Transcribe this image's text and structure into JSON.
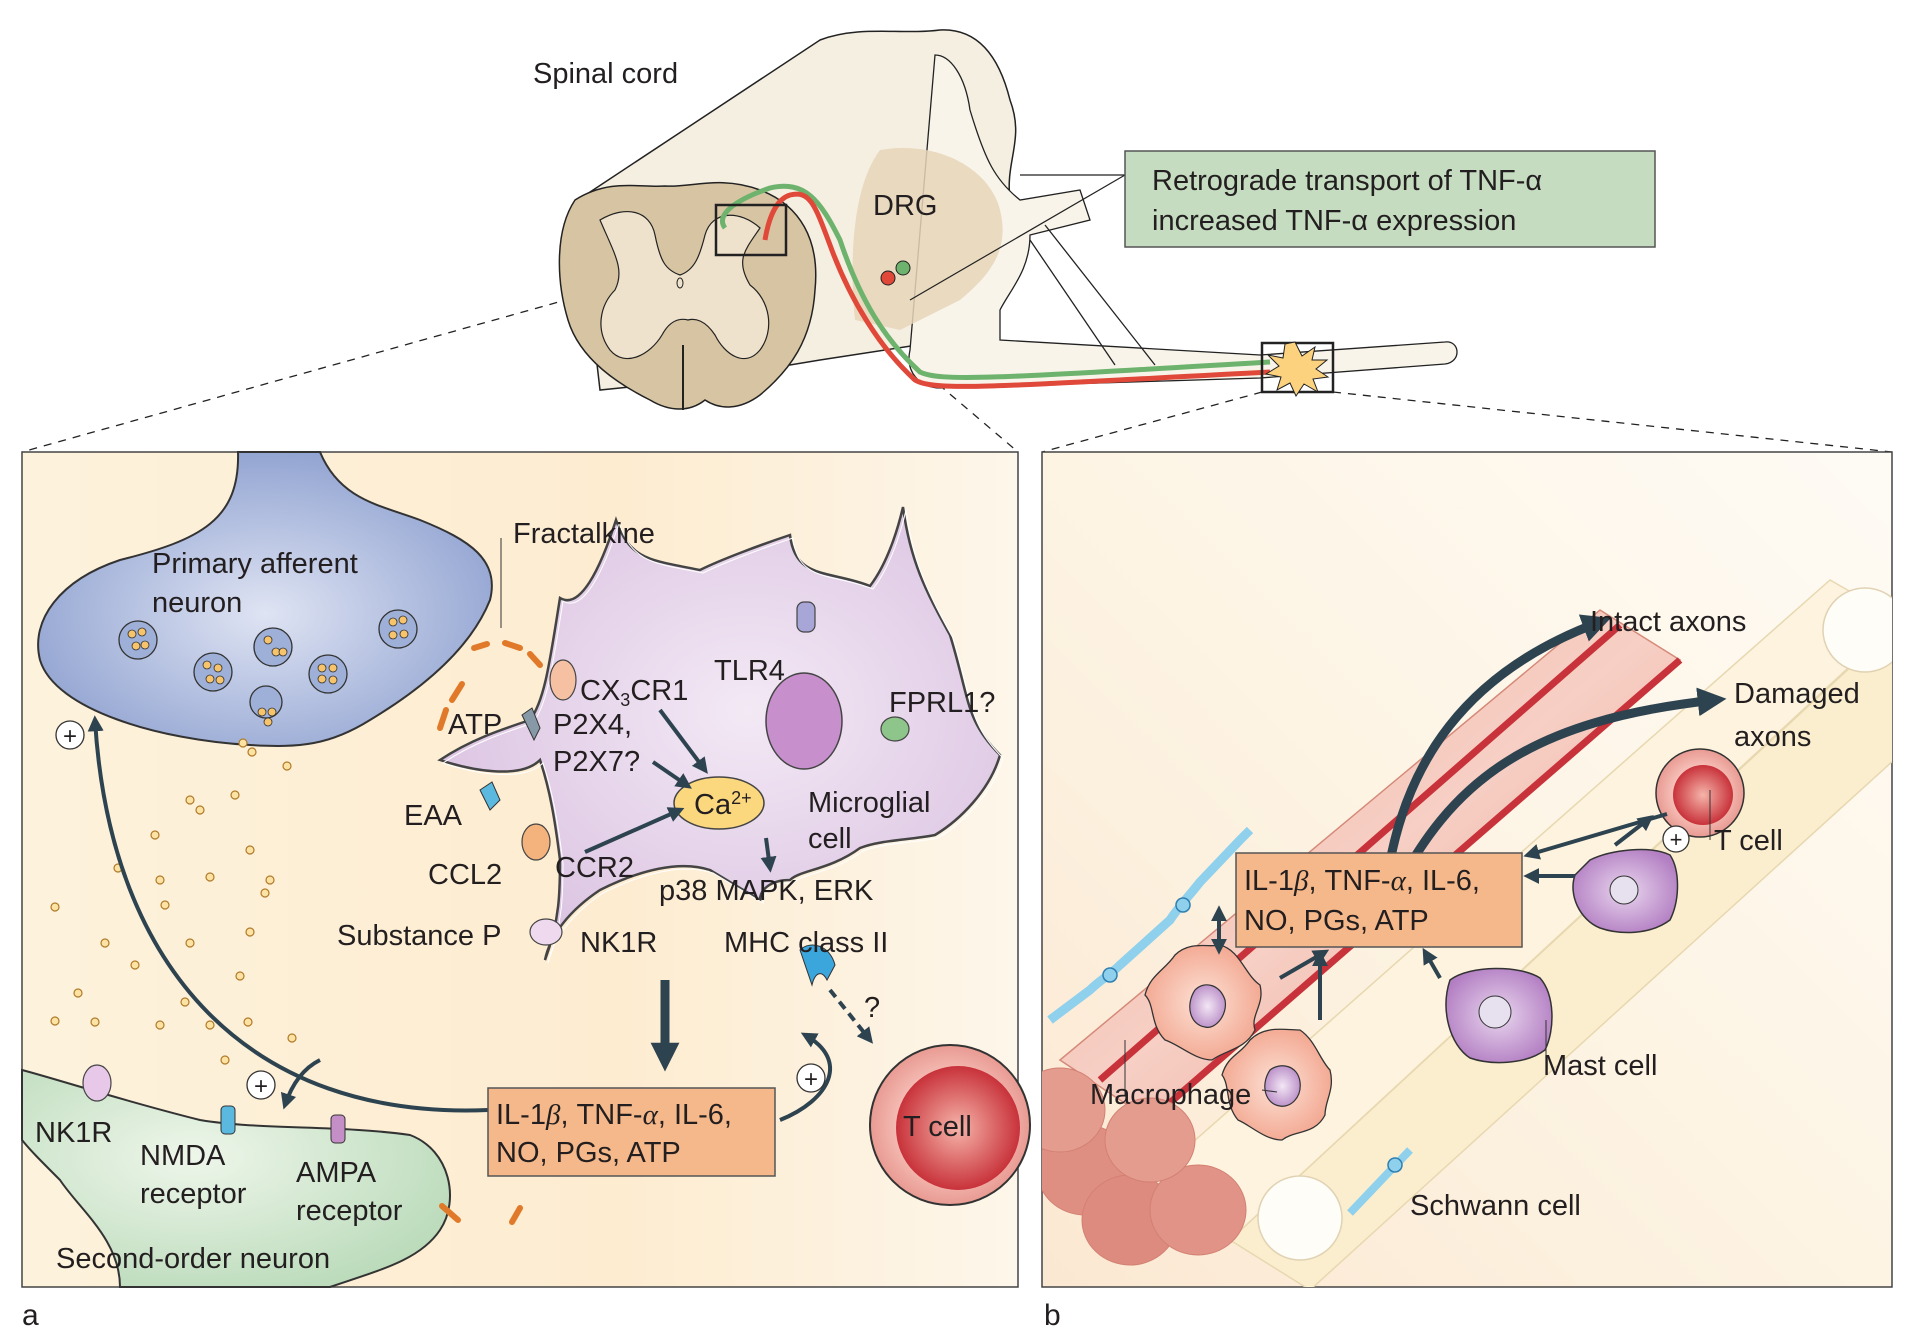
{
  "figure": {
    "overview": {
      "spinal_cord_label": "Spinal cord",
      "drg_label": "DRG",
      "callout": {
        "line1": "Retrograde transport of TNF-α",
        "line2": "increased TNF-α expression",
        "color": "#c5dcc0"
      },
      "fiber_colors": {
        "green": "#6db36d",
        "red": "#e0493a"
      }
    },
    "panel_a": {
      "letter": "a",
      "background": "#fdf0d8",
      "primary_neuron": {
        "line1": "Primary afferent",
        "line2": "neuron"
      },
      "fractalkine": "Fractalkine",
      "cx3cr1": {
        "main": "CX",
        "sub": "3",
        "rest": "CR1"
      },
      "tlr4": "TLR4",
      "fprl1": "FPRL1?",
      "atp": "ATP",
      "p2x4": "P2X4,",
      "p2x7": "P2X7?",
      "eaa": "EAA",
      "ca": {
        "main": "Ca",
        "sup": "2+"
      },
      "microglial": {
        "line1": "Microglial",
        "line2": "cell"
      },
      "ccl2": "CCL2",
      "ccr2": "CCR2",
      "p38": "p38 MAPK, ERK",
      "substance_p": "Substance P",
      "nk1r_microglia": "NK1R",
      "mhc": "MHC class II",
      "question": "?",
      "plus": "+",
      "cytokines": {
        "line1_a": "IL-1",
        "beta": "β",
        "line1_b": ", TNF-",
        "alpha": "α",
        "line1_c": ", IL-6,",
        "line2": "NO, PGs, ATP",
        "color": "#f5b88a"
      },
      "t_cell": "T cell",
      "nk1r_neuron": "NK1R",
      "nmda": {
        "line1": "NMDA",
        "line2": "receptor"
      },
      "ampa": {
        "line1": "AMPA",
        "line2": "receptor"
      },
      "second_order": "Second-order neuron"
    },
    "panel_b": {
      "letter": "b",
      "intact_axons": "Intact axons",
      "damaged_axons": {
        "line1": "Damaged",
        "line2": "axons"
      },
      "t_cell": "T cell",
      "plus": "+",
      "cytokines": {
        "line1_a": "IL-1",
        "beta": "β",
        "line1_b": ", TNF-",
        "alpha": "α",
        "line1_c": ", IL-6,",
        "line2": "NO, PGs, ATP",
        "color": "#f5b88a"
      },
      "macrophage": "Macrophage",
      "mast_cell": "Mast cell",
      "schwann_cell": "Schwann cell"
    }
  }
}
